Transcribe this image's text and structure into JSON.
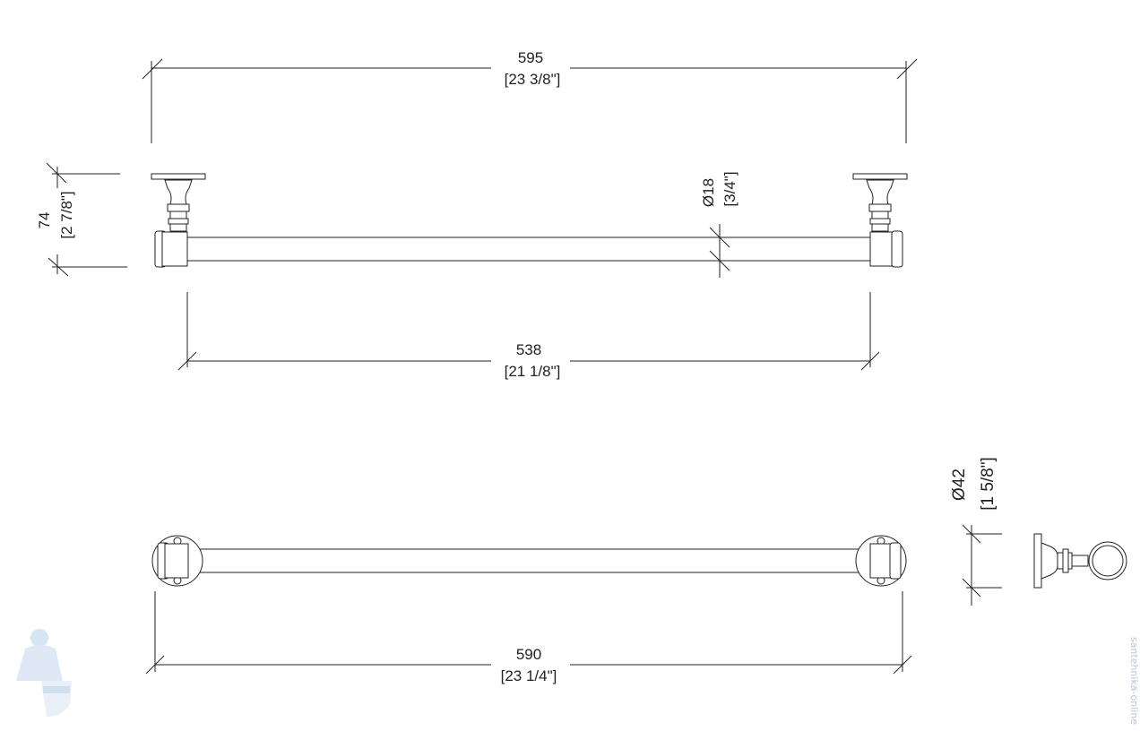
{
  "dimensions": {
    "overall_width": {
      "mm": "595",
      "inch": "[23 3/8\"]"
    },
    "height": {
      "mm": "74",
      "inch": "[2 7/8\"]"
    },
    "bar_diameter": {
      "mm": "Ø18",
      "inch": "[3/4\"]"
    },
    "inner_length": {
      "mm": "538",
      "inch": "[21 1/8\"]"
    },
    "base_diameter": {
      "mm": "Ø42",
      "inch": "[1 5/8\"]"
    },
    "bottom_length": {
      "mm": "590",
      "inch": "[23 1/4\"]"
    }
  },
  "watermark": {
    "text": "santehnika-online"
  },
  "icons": {
    "logo": "plumber-mascot-logo"
  }
}
